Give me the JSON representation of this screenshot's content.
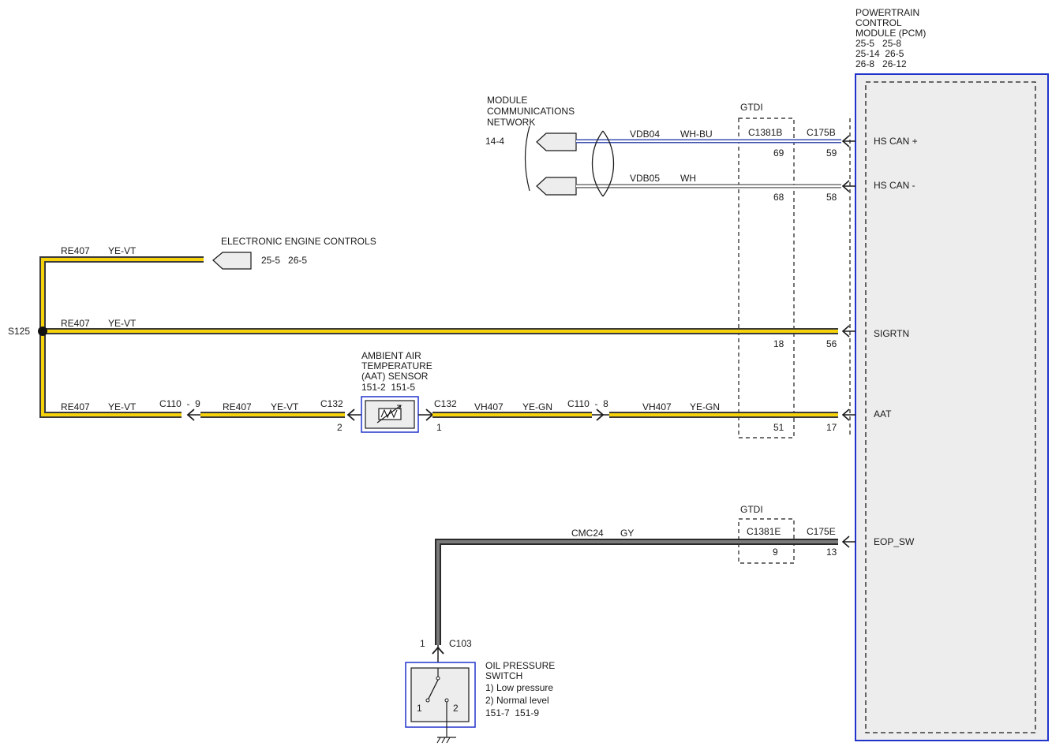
{
  "pcm": {
    "title_lines": [
      "POWERTRAIN",
      "CONTROL",
      "MODULE (PCM)",
      "25-5   25-8",
      "25-14  26-5",
      "26-8   26-12"
    ],
    "pins": {
      "hs_can_plus": "HS CAN +",
      "hs_can_minus": "HS CAN -",
      "sigrtn": "SIGRTN",
      "aat": "AAT",
      "eop_sw": "EOP_SW"
    }
  },
  "mcn": {
    "title_lines": [
      "MODULE",
      "COMMUNICATIONS",
      "NETWORK"
    ],
    "ref": "14-4"
  },
  "gtdi_top": {
    "label": "GTDI",
    "c1381b": "C1381B",
    "c175b": "C175B",
    "pins_c1381b": [
      "69",
      "68",
      "18",
      "51"
    ],
    "pins_c175b": [
      "59",
      "58",
      "56",
      "17"
    ]
  },
  "gtdi_bottom": {
    "label": "GTDI",
    "c1381e": "C1381E",
    "c175e": "C175E",
    "pin_c1381e": "9",
    "pin_c175e": "13"
  },
  "wires": {
    "vdb04": {
      "circuit": "VDB04",
      "color": "WH-BU"
    },
    "vdb05": {
      "circuit": "VDB05",
      "color": "WH"
    },
    "re407_top": {
      "circuit": "RE407",
      "color": "YE-VT"
    },
    "re407_mid": {
      "circuit": "RE407",
      "color": "YE-VT"
    },
    "re407_bot_left": {
      "circuit": "RE407",
      "color": "YE-VT"
    },
    "re407_bot_right": {
      "circuit": "RE407",
      "color": "YE-VT"
    },
    "vh407_left": {
      "circuit": "VH407",
      "color": "YE-GN"
    },
    "vh407_right": {
      "circuit": "VH407",
      "color": "YE-GN"
    },
    "cmc24": {
      "circuit": "CMC24",
      "color": "GY"
    }
  },
  "eec": {
    "title": "ELECTRONIC ENGINE CONTROLS",
    "refs": "25-5   26-5"
  },
  "splice": {
    "label": "S125"
  },
  "connectors": {
    "c110_9": "C110  -  9",
    "c110_8": "C110  -  8",
    "c132_left": "C132",
    "c132_left_pin": "2",
    "c132_right": "C132",
    "c132_right_pin": "1",
    "c103": "C103",
    "c103_pin": "1"
  },
  "aat_sensor": {
    "title_lines": [
      "AMBIENT AIR",
      "TEMPERATURE",
      "(AAT) SENSOR"
    ],
    "refs": "151-2  151-5"
  },
  "oil_switch": {
    "title_lines": [
      "OIL PRESSURE",
      "SWITCH"
    ],
    "desc_lines": [
      "1) Low pressure",
      "2) Normal level",
      "151-7  151-9"
    ],
    "pin1": "1",
    "pin2": "2"
  },
  "colors": {
    "yellow": "#f5d20a",
    "wire_dark": "#3a3a3a",
    "blue_wire": "#3b4fb0",
    "pcm_border": "#2233cc",
    "pcm_fill": "#ededed",
    "gray_wire": "#6e6e6e"
  }
}
